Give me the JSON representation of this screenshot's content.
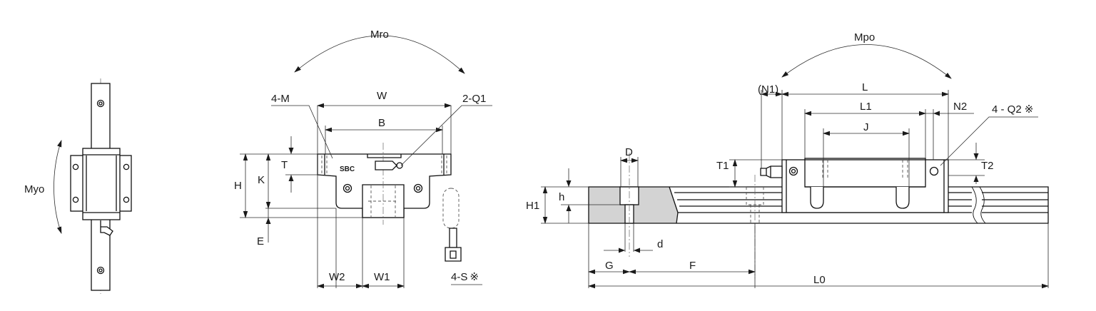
{
  "labels": {
    "myo": "Myo",
    "mro": "Mro",
    "mpo": "Mpo",
    "four_m": "4-M",
    "w": "W",
    "b": "B",
    "two_q1": "2-Q1",
    "t": "T",
    "h": "H",
    "k": "K",
    "e": "E",
    "w2": "W2",
    "w1": "W1",
    "four_s": "4-S",
    "reference_mark": "※",
    "brand": "SBC",
    "n1": "(N1)",
    "l": "L",
    "l1": "L1",
    "n2": "N2",
    "four_q2": "4 - Q2",
    "j": "J",
    "d_upper": "D",
    "t1": "T1",
    "t2": "T2",
    "h1": "H1",
    "h_lower": "h",
    "d_lower": "d",
    "g": "G",
    "f": "F",
    "l0": "L0"
  }
}
